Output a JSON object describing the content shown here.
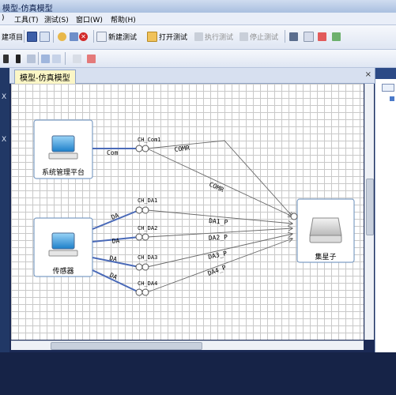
{
  "window": {
    "title": "模型-仿真模型"
  },
  "menu": {
    "items": [
      ")",
      "工具(T)",
      "测试(S)",
      "窗口(W)",
      "帮助(H)"
    ]
  },
  "toolbar": {
    "new_project": "建项目",
    "new_test": "新建测试",
    "open_test": "打开测试",
    "run_test": "执行测试",
    "stop_test": "停止测试"
  },
  "tab": {
    "label": "模型-仿真模型",
    "close": "×"
  },
  "leftpanel": {
    "a": "Ⅹ",
    "b": "Ⅹ"
  },
  "diagram": {
    "nodes": {
      "mgmt": {
        "label": "系统管理平台"
      },
      "sensor": {
        "label": "传感器"
      },
      "chip": {
        "label": "集星子"
      }
    },
    "ports": {
      "com1": "CH_Com1",
      "da1": "CH_DA1",
      "da2": "CH_DA2",
      "da3": "CH_DA3",
      "da4": "CH_DA4"
    },
    "link_labels": {
      "com": "Com",
      "comr1": "COMR",
      "comr2": "COMR",
      "da1": "DA",
      "da2": "DA",
      "da3": "DA",
      "da4": "DA",
      "da1p": "DA1_P",
      "da2p": "DA2_P",
      "da3p": "DA3_P",
      "da4p": "DA4_P"
    }
  }
}
